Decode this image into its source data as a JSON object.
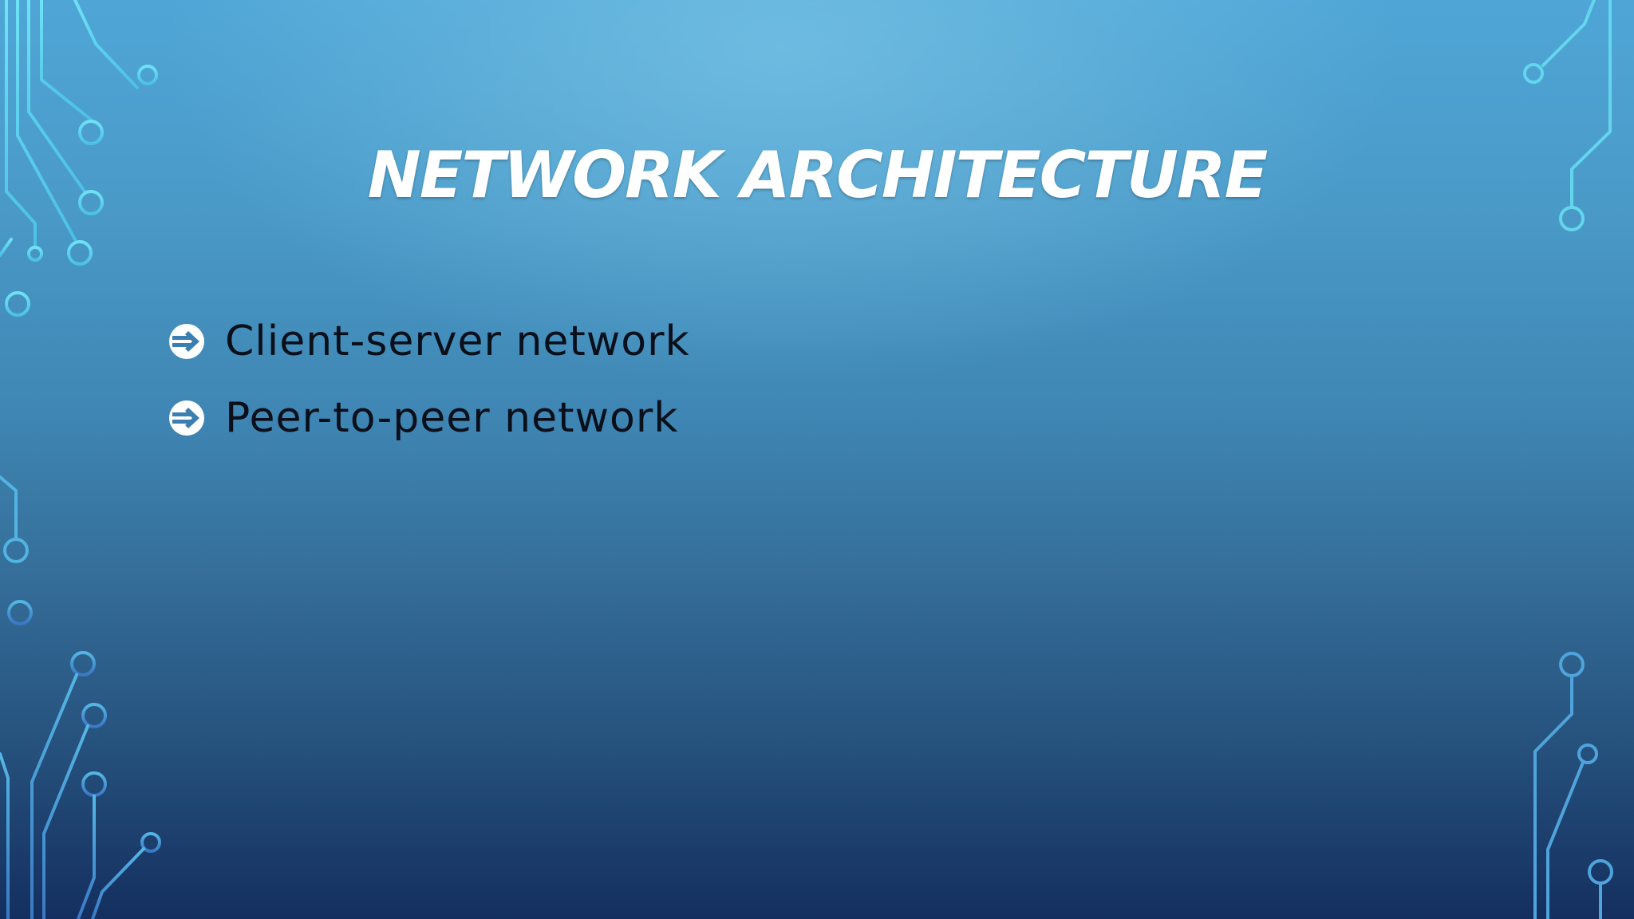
{
  "slide": {
    "title": "NETWORK ARCHITECTURE",
    "bullets": [
      {
        "text": "Client-server network",
        "icon": "arrow-circle-right-icon"
      },
      {
        "text": "Peer-to-peer network",
        "icon": "arrow-circle-right-icon"
      }
    ]
  },
  "theme": {
    "background_top": "#4fa6d6",
    "background_bottom": "#142f5f",
    "circuit_color": "#63d6ee",
    "title_color": "#ffffff",
    "text_color": "#0a0f1a",
    "decoration": "circuit-board-traces"
  }
}
